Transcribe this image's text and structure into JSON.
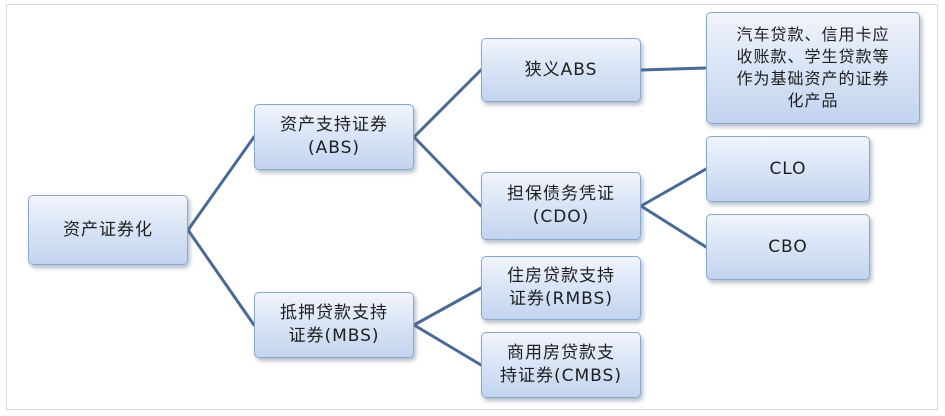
{
  "colors": {
    "link": "#4a6a96",
    "node_border": "#8aa7cf",
    "node_fill": "#d6e2f5"
  },
  "nodes": {
    "root": "资产证券化",
    "abs": "资产支持证券\n(ABS)",
    "mbs": "抵押贷款支持\n证券(MBS)",
    "narrow_abs": "狭义ABS",
    "narrow_abs_desc": "汽车贷款、信用卡应\n收账款、学生贷款等\n作为基础资产的证券\n化产品",
    "cdo": "担保债务凭证\n(CDO)",
    "clo": "CLO",
    "cbo": "CBO",
    "rmbs": "住房贷款支持\n证券(RMBS)",
    "cmbs": "商用房贷款支\n持证券(CMBS)"
  },
  "edges": [
    {
      "from": "root",
      "to": "abs"
    },
    {
      "from": "root",
      "to": "mbs"
    },
    {
      "from": "abs",
      "to": "narrow_abs"
    },
    {
      "from": "abs",
      "to": "cdo"
    },
    {
      "from": "narrow_abs",
      "to": "narrow_abs_desc"
    },
    {
      "from": "cdo",
      "to": "clo"
    },
    {
      "from": "cdo",
      "to": "cbo"
    },
    {
      "from": "mbs",
      "to": "rmbs"
    },
    {
      "from": "mbs",
      "to": "cmbs"
    }
  ]
}
